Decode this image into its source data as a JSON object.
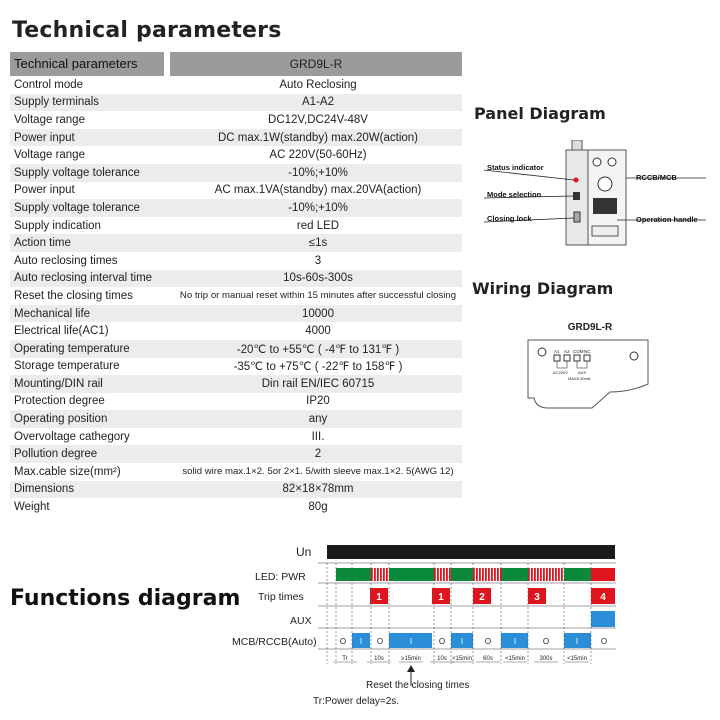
{
  "title": "Technical parameters",
  "table": {
    "header_param": "Technical parameters",
    "header_model": "GRD9L-R",
    "rows": [
      {
        "p": "Control mode",
        "v": "Auto Reclosing"
      },
      {
        "p": "Supply terminals",
        "v": "A1-A2"
      },
      {
        "p": "Voltage range",
        "v": "DC12V,DC24V-48V"
      },
      {
        "p": "Power input",
        "v": "DC max.1W(standby)  max.20W(action)"
      },
      {
        "p": "Voltage range",
        "v": "AC 220V(50-60Hz)"
      },
      {
        "p": "Supply voltage tolerance",
        "v": "-10%;+10%"
      },
      {
        "p": "Power input",
        "v": "AC max.1VA(standby) max.20VA(action)"
      },
      {
        "p": "Supply voltage tolerance",
        "v": "-10%;+10%"
      },
      {
        "p": "Supply indication",
        "v": "red LED"
      },
      {
        "p": "Action time",
        "v": "≤1s"
      },
      {
        "p": "Auto reclosing times",
        "v": "3"
      },
      {
        "p": "Auto reclosing interval time",
        "v": "10s-60s-300s"
      },
      {
        "p": "Reset the closing times",
        "v": "No trip or manual reset within 15 minutes after successful closing"
      },
      {
        "p": "Mechanical life",
        "v": "10000"
      },
      {
        "p": "Electrical life(AC1)",
        "v": "4000"
      },
      {
        "p": "Operating temperature",
        "v": "-20℃ to +55℃ ( -4℉ to 131℉ )"
      },
      {
        "p": "Storage temperature",
        "v": "-35℃ to +75℃ ( -22℉ to 158℉ )"
      },
      {
        "p": "Mounting/DIN rail",
        "v": "Din rail EN/IEC 60715"
      },
      {
        "p": "Protection degree",
        "v": "IP20"
      },
      {
        "p": "Operating position",
        "v": "any"
      },
      {
        "p": "Overvoltage cathegory",
        "v": "III."
      },
      {
        "p": "Pollution degree",
        "v": "2"
      },
      {
        "p": "Max.cable size(mm²)",
        "v": "solid wire max.1×2. 5or 2×1. 5/with  sleeve max.1×2. 5(AWG 12)"
      },
      {
        "p": "Dimensions",
        "v": "82×18×78mm"
      },
      {
        "p": "Weight",
        "v": "80g"
      }
    ]
  },
  "panel": {
    "title": "Panel Diagram",
    "status_indicator": "Status indicator",
    "mode_selection": "Mode selection",
    "closing_lock": "Closing lock",
    "rccb_mcb": "RCCB/MCB",
    "operation_handle": "Operation handle"
  },
  "wiring": {
    "title": "Wiring Diagram",
    "model": "GRD9L-R",
    "terminals": [
      "A1",
      "A2",
      "COM",
      "NC"
    ],
    "supply": "AC220V",
    "aux": "AUX",
    "rating": "MAX5:30mA"
  },
  "functions": {
    "title": "Functions diagram",
    "rows": {
      "un": "Un",
      "led": "LED: PWR",
      "trip": "Trip  times",
      "aux": "AUX",
      "mcb": "MCB/RCCB(Auto)"
    },
    "trip_numbers": [
      "1",
      "1",
      "2",
      "3",
      "4"
    ],
    "mcb_states": [
      "O",
      "I",
      "O",
      "I",
      "O",
      "I",
      "O",
      "I",
      "O",
      "I",
      "O",
      "I",
      "O"
    ],
    "intervals": [
      "Tr",
      "10s",
      "≥15min",
      "10s",
      "<15min",
      "60s",
      "<15min",
      "300s",
      "<15min"
    ],
    "reset_note": "Reset the closing times",
    "tr_note": "Tr:Power delay=2s.",
    "colors": {
      "green": "#0a8a3a",
      "red": "#e0141e",
      "blue": "#2a8fd8",
      "black": "#1a1a1a"
    }
  }
}
